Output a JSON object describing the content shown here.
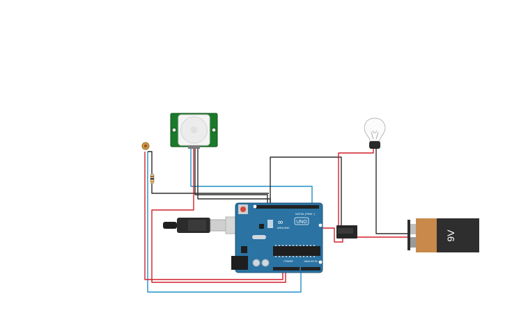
{
  "board": {
    "brand_label": "ARDUINO",
    "model_label": "UNO",
    "digital_label": "DIGITAL (PWM ~)",
    "power_label": "POWER",
    "analog_label": "ANALOG IN"
  },
  "battery": {
    "voltage_label": "9V",
    "body_color": "#2e2e2e",
    "wrap_color": "#c8894a"
  },
  "wire_colors": {
    "red": "#d11f2a",
    "black": "#2b2b2b",
    "blue": "#1f8fc9"
  }
}
